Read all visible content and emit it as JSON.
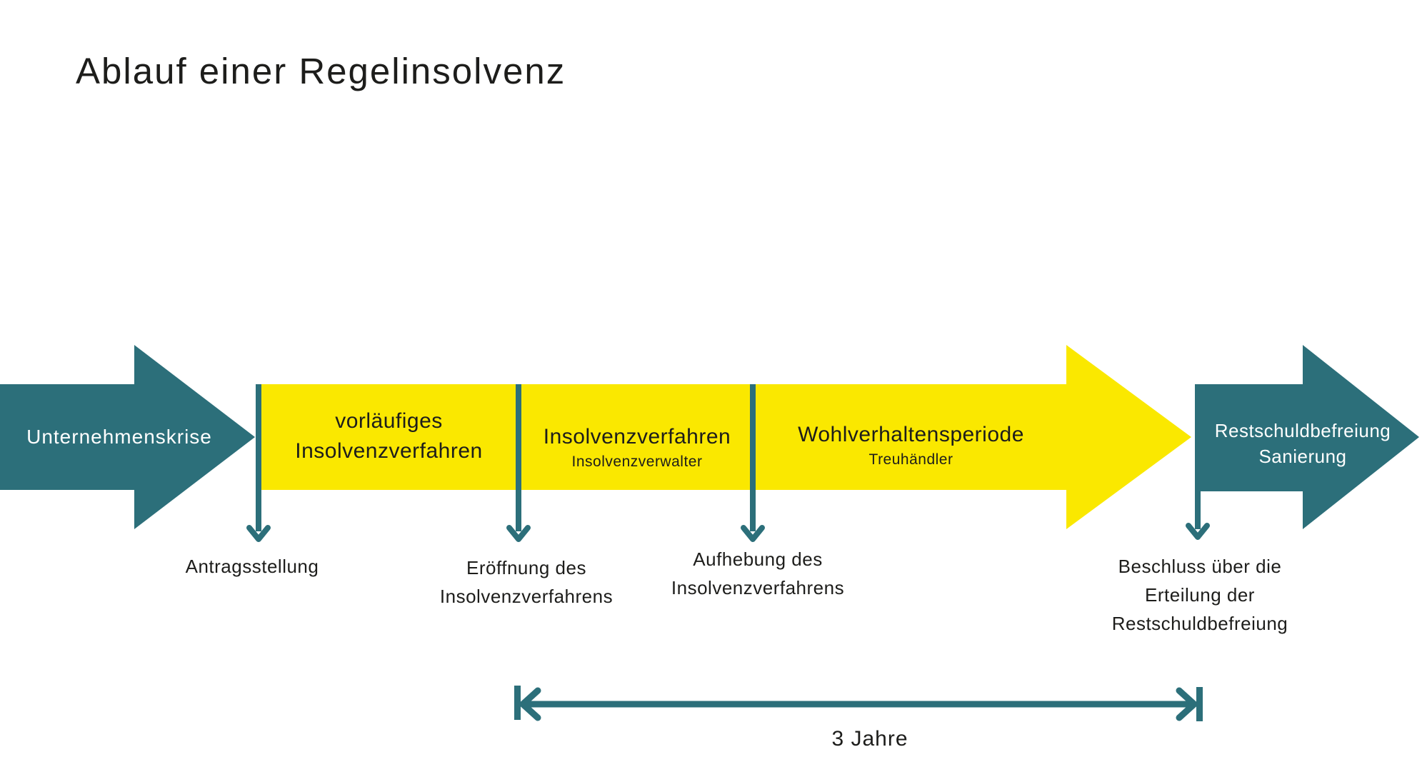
{
  "title": "Ablauf einer Regelinsolvenz",
  "colors": {
    "teal": "#2C6F7A",
    "yellow": "#FAE800",
    "text": "#1D1D1B",
    "text_on_teal": "#FFFFFF"
  },
  "start_arrow": {
    "label": "Unternehmenskrise"
  },
  "phases": [
    {
      "title_line1": "vorläufiges",
      "title_line2": "Insolvenzverfahren"
    },
    {
      "title_line1": "Insolvenzverfahren",
      "subtitle": "Insolvenzverwalter"
    },
    {
      "title_line1": "Wohlverhaltensperiode",
      "subtitle": "Treuhändler"
    }
  ],
  "end_arrow": {
    "label_line1": "Restschuldbefreiung",
    "label_line2": "Sanierung"
  },
  "milestones": [
    {
      "lines": [
        "Antragsstellung"
      ]
    },
    {
      "lines": [
        "Eröffnung des",
        "Insolvenzverfahrens"
      ]
    },
    {
      "lines": [
        "Aufhebung des",
        "Insolvenzverfahrens"
      ]
    },
    {
      "lines": [
        "Beschluss über die",
        "Erteilung der",
        "Restschuldbefreiung"
      ]
    }
  ],
  "duration": {
    "label": "3 Jahre"
  }
}
